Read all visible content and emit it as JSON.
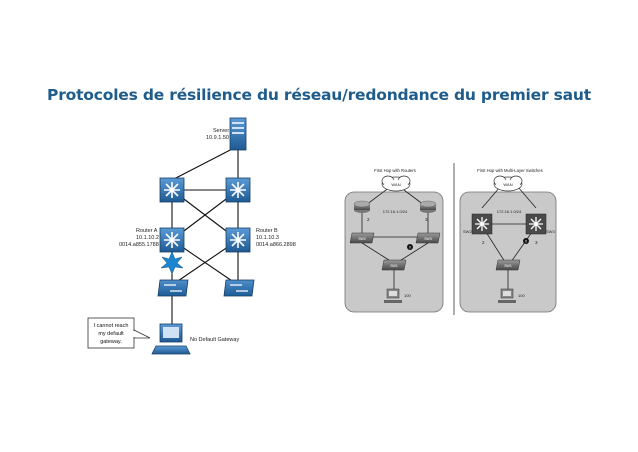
{
  "slide": {
    "title": "Protocoles de résilience du réseau/redondance du premier saut",
    "title_color": "#1F5C8B"
  },
  "left_diagram": {
    "server": {
      "label": "Server",
      "ip": "10.9.1.50",
      "icon": "server-icon"
    },
    "router_a": {
      "label": "Router A",
      "ip": "10.1.10.2",
      "mac": "0014.a855.1788",
      "icon": "router-switch-icon"
    },
    "router_b": {
      "label": "Router B",
      "ip": "10.1.10.3",
      "mac": "0014.a866.2898",
      "icon": "router-switch-icon"
    },
    "failure_icon": "lightning-burst-icon",
    "callout": {
      "line1": "I cannot reach",
      "line2": "my default",
      "line3": "gateway."
    },
    "pc_label": "No Default Gateway",
    "colors": {
      "device": "#2A6FAE",
      "link": "#111111",
      "failure": "#1B86D0"
    }
  },
  "right_diagram": {
    "panel1": {
      "title": "First Hop with Routers",
      "cloud_label": "WAN",
      "subnet": "172.16.1.0/24",
      "left_port": "2",
      "right_port": "3",
      "sw_left": "SW2",
      "sw_right": "SW3",
      "sw_bottom": "SW1",
      "pc_label": "100",
      "block_marker": "X"
    },
    "panel2": {
      "title": "First Hop with Multi-Layer Switches",
      "cloud_label": "WAN",
      "subnet": "172.16.1.0/24",
      "left_label": "SW2",
      "right_label": "SW3",
      "left_port": "2",
      "right_port": "3",
      "sw_bottom": "SW1",
      "pc_label": "100",
      "block_marker": "X"
    },
    "colors": {
      "panel_bg": "#C9C9C9",
      "panel_border": "#707070"
    }
  }
}
